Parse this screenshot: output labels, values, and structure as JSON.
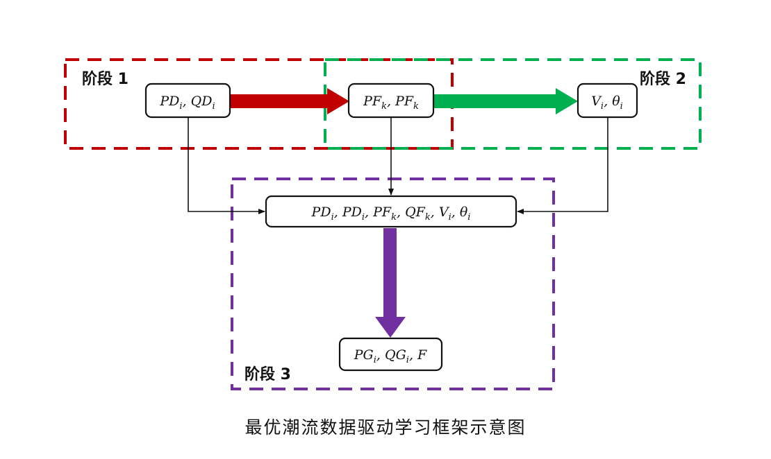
{
  "stages": [
    {
      "id": "stage1",
      "label": "阶段 1",
      "color": "#C00000"
    },
    {
      "id": "stage2",
      "label": "阶段 2",
      "color": "#00B050"
    },
    {
      "id": "stage3",
      "label": "阶段 3",
      "color": "#7030A0"
    }
  ],
  "nodes": {
    "load_input": {
      "parts": [
        [
          "PD",
          "i"
        ],
        [
          "QD",
          "i"
        ]
      ],
      "sep": ", "
    },
    "branch_flow": {
      "parts": [
        [
          "PF",
          "k"
        ],
        [
          "PF",
          "k"
        ]
      ],
      "sep": ", "
    },
    "voltage": {
      "parts": [
        [
          "V",
          "i"
        ],
        [
          "θ",
          "i"
        ]
      ],
      "sep": ", "
    },
    "combined": {
      "parts": [
        [
          "PD",
          "i"
        ],
        [
          "PD",
          "i"
        ],
        [
          "PF",
          "k"
        ],
        [
          "QF",
          "k"
        ],
        [
          "V",
          "i"
        ],
        [
          "θ",
          "i"
        ]
      ],
      "sep": ", "
    },
    "output": {
      "parts": [
        [
          "PG",
          "i"
        ],
        [
          "QG",
          "i"
        ],
        [
          "F",
          ""
        ]
      ],
      "sep": ", "
    }
  },
  "arrows": {
    "stage1_color": "#C00000",
    "stage2_color": "#00B050",
    "stage3_color": "#7030A0",
    "connector_color": "#111111"
  },
  "caption": "最优潮流数据驱动学习框架示意图"
}
